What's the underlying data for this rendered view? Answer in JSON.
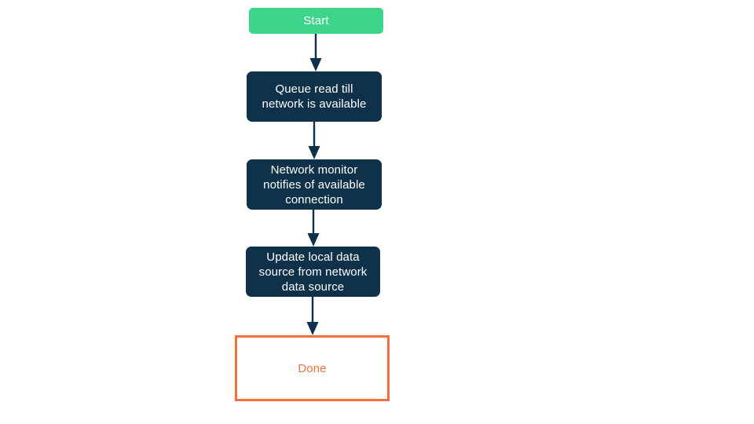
{
  "diagram": {
    "type": "flowchart",
    "title": "",
    "orientation": "top-to-bottom",
    "background_color": "#ffffff",
    "colors": {
      "start_fill": "#3ed48a",
      "start_text": "#ffffff",
      "process_fill": "#10314a",
      "process_text": "#ffffff",
      "terminal_border": "#f4703c",
      "terminal_text": "#f4703c",
      "terminal_fill": "#ffffff",
      "arrow": "#0f304a"
    },
    "nodes": [
      {
        "id": "start",
        "label": "Start",
        "shape": "rounded-rect",
        "style": "start"
      },
      {
        "id": "queue",
        "label": "Queue read till\nnetwork is available",
        "shape": "rounded-rect",
        "style": "process"
      },
      {
        "id": "monitor",
        "label": "Network monitor\nnotifies of available\nconnection",
        "shape": "rounded-rect",
        "style": "process"
      },
      {
        "id": "update",
        "label": "Update local data\nsource from network\ndata source",
        "shape": "rounded-rect",
        "style": "process"
      },
      {
        "id": "done",
        "label": "Done",
        "shape": "rect",
        "style": "terminal"
      }
    ],
    "edges": [
      {
        "from": "start",
        "to": "queue",
        "label": ""
      },
      {
        "from": "queue",
        "to": "monitor",
        "label": ""
      },
      {
        "from": "monitor",
        "to": "update",
        "label": ""
      },
      {
        "from": "update",
        "to": "done",
        "label": ""
      }
    ]
  }
}
